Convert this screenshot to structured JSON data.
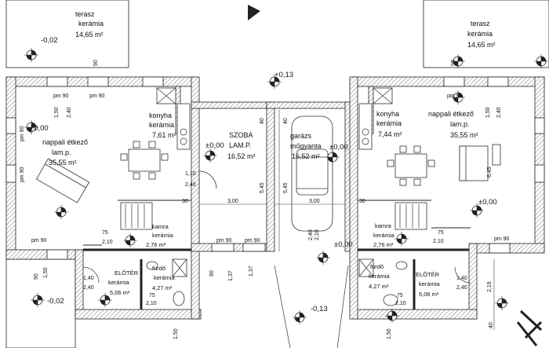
{
  "terraces": [
    {
      "id": "terrace-left",
      "name": "terasz",
      "material": "kerámia",
      "area": "14,65 m²"
    },
    {
      "id": "terrace-right",
      "name": "terasz",
      "material": "kerámia",
      "area": "14,65 m²"
    }
  ],
  "rooms": [
    {
      "id": "living-left",
      "name": "nappali étkező",
      "material": "lam.p.",
      "area": "35,55 m²"
    },
    {
      "id": "kitchen-left",
      "name": "konyha",
      "material": "kerámia",
      "area": "7,61 m²"
    },
    {
      "id": "room-szoba",
      "name": "SZOBA",
      "material": "LAM.P.",
      "area": "16,52 m²"
    },
    {
      "id": "garage",
      "name": "garázs",
      "material": "műgyanta",
      "area": "16,52 m²"
    },
    {
      "id": "kitchen-right",
      "name": "konyha",
      "material": "kerámia",
      "area": "7,44 m²"
    },
    {
      "id": "living-right",
      "name": "nappali étkező",
      "material": "lam.p.",
      "area": "35,55 m²"
    },
    {
      "id": "hall-left",
      "name": "kamra",
      "material": "kerámia",
      "area": "2,76 m²"
    },
    {
      "id": "hall-right",
      "name": "kamra",
      "material": "kerámia",
      "area": "2,76 m²"
    },
    {
      "id": "entry-left",
      "name": "ELŐTÉR",
      "material": "kerámia",
      "area": "5,06 m²"
    },
    {
      "id": "bath-left",
      "name": "fürdő",
      "material": "kerámia",
      "area": "4,27 m²"
    },
    {
      "id": "bath-right",
      "name": "fürdő",
      "material": "kerámia",
      "area": "4,27 m²"
    },
    {
      "id": "entry-right",
      "name": "ELŐTÉR",
      "material": "kerámia",
      "area": "5,06 m²"
    }
  ],
  "levels": {
    "terrace_left": "-0,02",
    "top_center": "+0,13",
    "living_left": "±0,00",
    "szoba": "±0,00",
    "garage": "±0,00",
    "living_right": "±0,00",
    "center_floor": "±0,00",
    "bottom_left": "-0,02",
    "bottom_center": "-0,13"
  },
  "dimensions": {
    "w90": "90",
    "h150": "1,50",
    "h240": "2,40",
    "pm90": "pm 90",
    "d40": "40",
    "d545": "5,45",
    "d300": "3,00",
    "d30": "30",
    "d110": "1,10",
    "d75": "75",
    "d210": "2,10",
    "d140": "1,40",
    "d137": "1,37",
    "d219": "2,19",
    "d645": "6,45"
  }
}
